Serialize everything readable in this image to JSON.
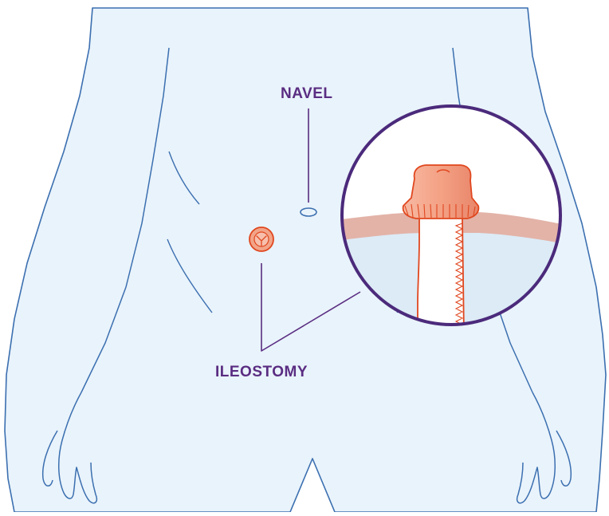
{
  "title": "",
  "labels": {
    "navel": "NAVEL",
    "ileostomy": "ILEOSTOMY"
  },
  "colors": {
    "body_fill": "#e9f3fb",
    "body_outline": "#3b6fb0",
    "label_text": "#5a2d82",
    "leader_line": "#5a2d82",
    "stoma_fill": "#f2a488",
    "stoma_outline": "#e0471f",
    "skin_layer": "#e3b3a8",
    "inset_border": "#4b2a7b",
    "inset_fluid": "#dcebf6"
  },
  "icons": {
    "stoma": "stoma-icon",
    "navel": "navel-icon",
    "inset": "magnified-stoma-inset"
  }
}
